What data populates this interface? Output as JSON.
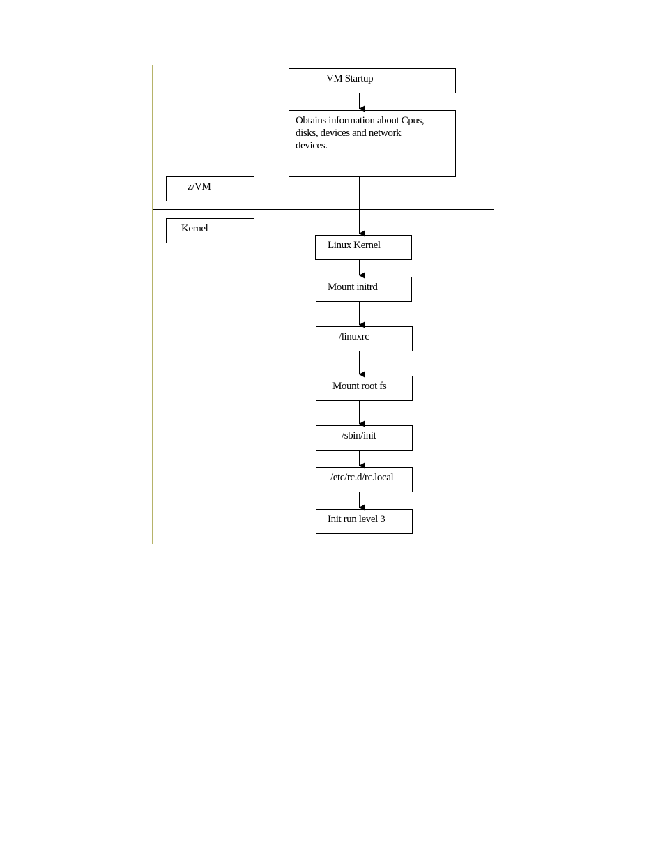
{
  "diagram": {
    "lanes": {
      "zvm": "z/VM",
      "kernel": "Kernel"
    },
    "steps": {
      "vm_startup": "VM Startup",
      "obtain_info": "Obtains information about Cpus, disks, devices and network devices.",
      "linux_kernel": "Linux Kernel",
      "mount_initrd": "Mount initrd",
      "linuxrc": "/linuxrc",
      "mount_root_fs": "Mount root fs",
      "sbin_init": "/sbin/init",
      "rc_local": "/etc/rc.d/rc.local",
      "init_run_level": "Init run level 3"
    }
  },
  "colors": {
    "left_rule": "#b6b36a",
    "footer_rule": "#1b1b8f"
  }
}
